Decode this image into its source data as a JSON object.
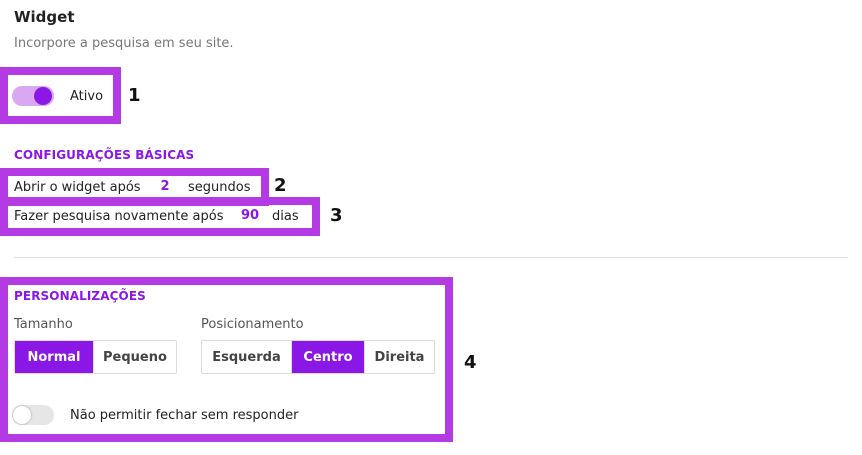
{
  "header": {
    "title": "Widget",
    "subtitle": "Incorpore a pesquisa em seu site."
  },
  "active_toggle": {
    "label": "Ativo",
    "state": true
  },
  "basic": {
    "heading": "CONFIGURAÇÕES BÁSICAS",
    "open_after": {
      "prefix": "Abrir o widget após",
      "value": "2",
      "suffix": "segundos"
    },
    "resurvey_after": {
      "prefix": "Fazer pesquisa novamente após",
      "value": "90",
      "suffix": "dias"
    }
  },
  "custom": {
    "heading": "PERSONALIZAÇÕES",
    "size": {
      "label": "Tamanho",
      "options": [
        "Normal",
        "Pequeno"
      ],
      "selected": "Normal"
    },
    "position": {
      "label": "Posicionamento",
      "options": [
        "Esquerda",
        "Centro",
        "Direita"
      ],
      "selected": "Centro"
    },
    "close_toggle": {
      "label": "Não permitir fechar sem responder",
      "state": false
    }
  },
  "annotations": [
    "1",
    "2",
    "3",
    "4"
  ],
  "colors": {
    "accent": "#8a17e6",
    "highlight": "#b43be3",
    "toggle_on_track": "#d8a8f3"
  }
}
